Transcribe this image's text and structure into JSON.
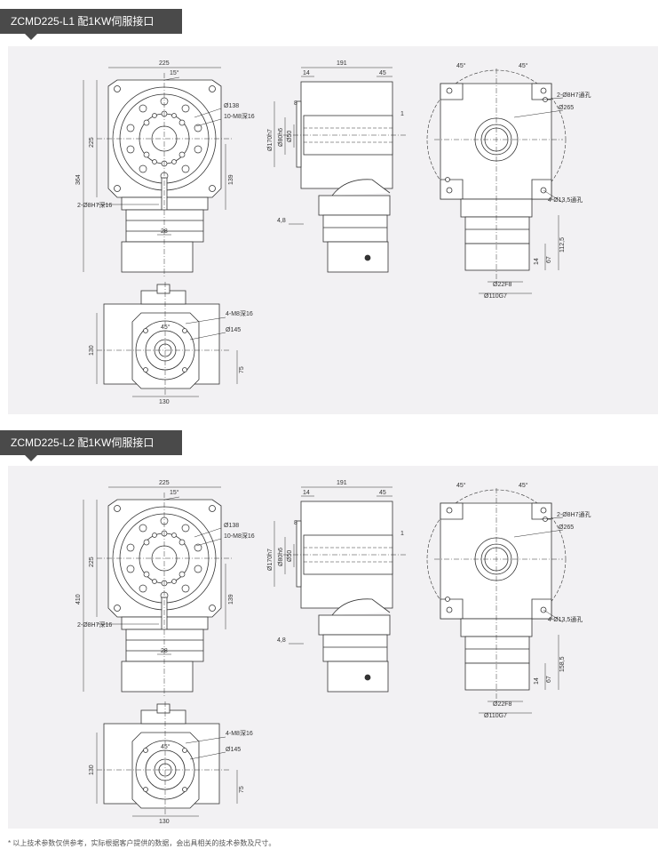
{
  "sections": [
    {
      "title": "ZCMD225-L1 配1KW伺服接口",
      "labels": {
        "w225": "225",
        "ang15": "15°",
        "d138": "Ø138",
        "m8x16": "10-M8深16",
        "h225": "225",
        "h139": "139",
        "h364": "364",
        "pin": "2-Ø8H7深16",
        "w28": "28",
        "w191": "191",
        "w14": "14",
        "w45": "45",
        "r8": "8",
        "r1": "1",
        "d170": "Ø170h7",
        "d80": "Ø80h6",
        "d50": "Ø50",
        "w48": "4,8",
        "a45l": "45°",
        "a45r": "45°",
        "pin2": "2-Ø8H7通孔",
        "d265": "Ø265",
        "hole": "4-Ø13,5通孔",
        "h112": "112,5",
        "h67": "67",
        "h14": "14",
        "d22": "Ø22F8",
        "d110": "Ø110G7",
        "m8b": "4-M8深16",
        "a45b": "45°",
        "d145": "Ø145",
        "h130": "130",
        "h75": "75",
        "w130": "130"
      }
    },
    {
      "title": "ZCMD225-L2 配1KW伺服接口",
      "labels": {
        "w225": "225",
        "ang15": "15°",
        "d138": "Ø138",
        "m8x16": "10-M8深16",
        "h225": "225",
        "h139": "139",
        "h364": "410",
        "pin": "2-Ø8H7深16",
        "w28": "28",
        "w191": "191",
        "w14": "14",
        "w45": "45",
        "r8": "8",
        "r1": "1",
        "d170": "Ø170h7",
        "d80": "Ø80h6",
        "d50": "Ø50",
        "w48": "4,8",
        "a45l": "45°",
        "a45r": "45°",
        "pin2": "2-Ø8H7通孔",
        "d265": "Ø265",
        "hole": "4-Ø13,5通孔",
        "h112": "158,5",
        "h67": "67",
        "h14": "14",
        "d22": "Ø22F8",
        "d110": "Ø110G7",
        "m8b": "4-M8深16",
        "a45b": "45°",
        "d145": "Ø145",
        "h130": "130",
        "h75": "75",
        "w130": "130"
      }
    }
  ],
  "footnote": "* 以上技术参数仅供参考，实际根据客户提供的数据，会出具相关的技术参数及尺寸。"
}
